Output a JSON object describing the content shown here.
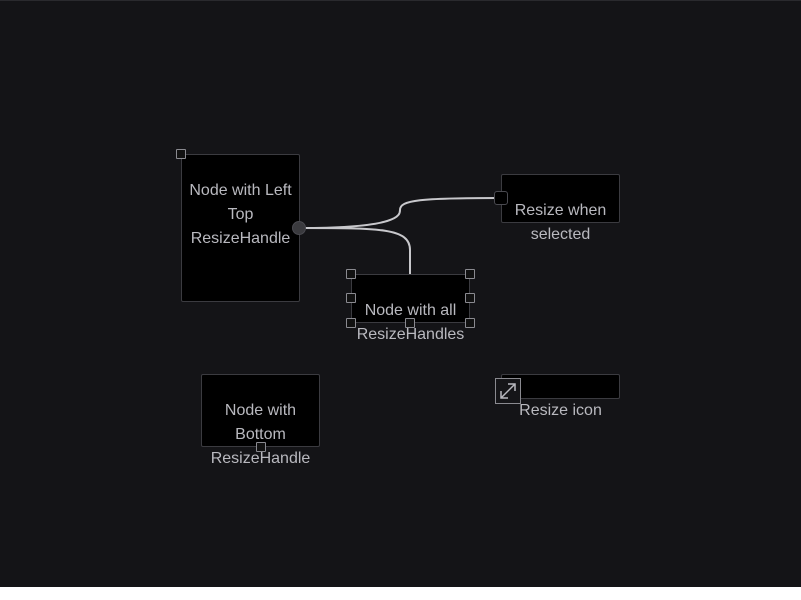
{
  "nodes": {
    "left_top": {
      "label": "Node with Left\nTop\nResizeHandle"
    },
    "selected": {
      "label": "Resize when\nselected"
    },
    "all_handles": {
      "label": "Node with all\nResizeHandles"
    },
    "bottom": {
      "label": "Node with\nBottom\nResizeHandle"
    },
    "icon": {
      "label": "Resize icon"
    }
  },
  "icons": {
    "resize": "diagonal-resize-arrow-icon"
  },
  "colors": {
    "canvas_bg": "#141417",
    "node_bg": "#000000",
    "node_border": "#3b3b40",
    "text": "#b9b9bf",
    "edge": "#c8c8cc"
  }
}
